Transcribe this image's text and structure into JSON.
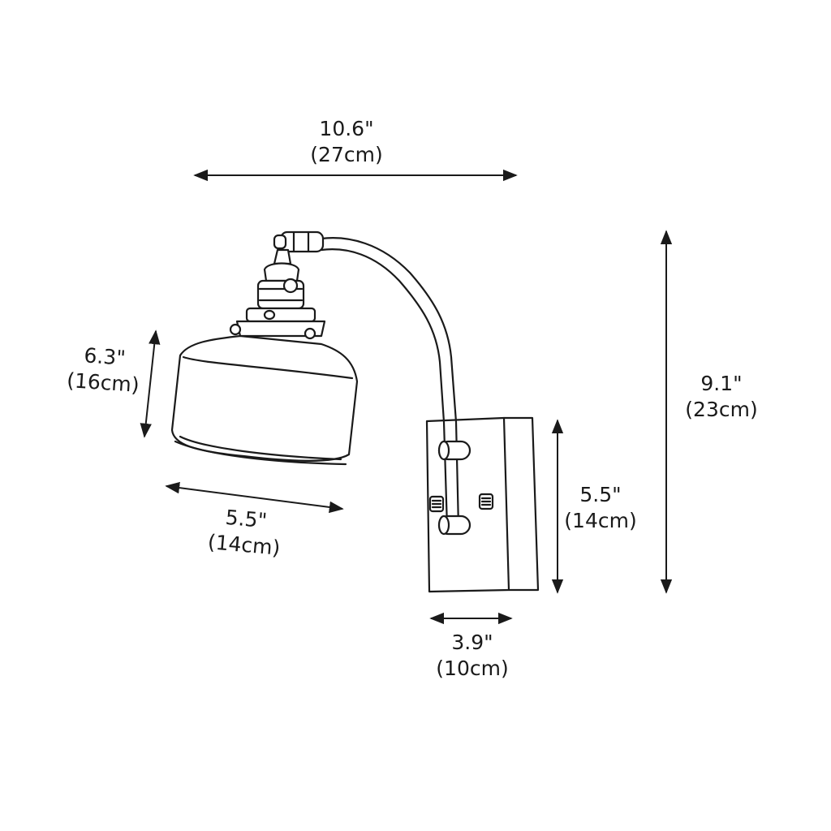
{
  "dimensions": {
    "overall_width": {
      "inch": "10.6\"",
      "cm": "(27cm)"
    },
    "shade_height": {
      "inch": "6.3\"",
      "cm": "(16cm)"
    },
    "shade_diameter": {
      "inch": "5.5\"",
      "cm": "(14cm)"
    },
    "overall_height": {
      "inch": "9.1\"",
      "cm": "(23cm)"
    },
    "backplate_height": {
      "inch": "5.5\"",
      "cm": "(14cm)"
    },
    "backplate_width": {
      "inch": "3.9\"",
      "cm": "(10cm)"
    }
  },
  "colors": {
    "line": "#1a1a1a",
    "background": "#ffffff"
  },
  "icons": [
    "wall-sconce-lamp-drawing",
    "dimension-arrow"
  ]
}
